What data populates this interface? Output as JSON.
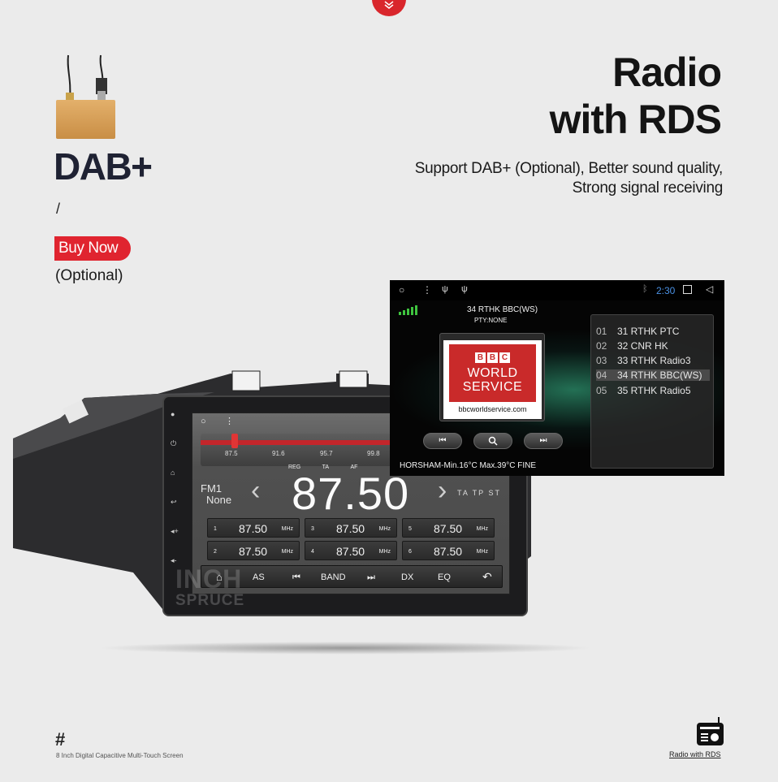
{
  "header": {
    "title_line1": "Radio",
    "title_line2": "with RDS",
    "subtitle_line1": "Support DAB+ (Optional), Better sound quality,",
    "subtitle_line2": "Strong signal receiving"
  },
  "dab": {
    "title": "DAB+",
    "separator": "/",
    "buy_label": "Buy Now",
    "optional_label": "(Optional)"
  },
  "head_unit": {
    "dial_ticks": [
      "87.5",
      "91.6",
      "95.7",
      "99.8"
    ],
    "dial_tags": [
      "REG",
      "TA",
      "AF"
    ],
    "band": "FM1",
    "station_name": "None",
    "frequency": "87.50",
    "flags": "TA TP ST",
    "presets": [
      {
        "num": "1",
        "value": "87.50",
        "unit": "MHz"
      },
      {
        "num": "3",
        "value": "87.50",
        "unit": "MHz"
      },
      {
        "num": "5",
        "value": "87.50",
        "unit": "MHz"
      },
      {
        "num": "2",
        "value": "87.50",
        "unit": "MHz"
      },
      {
        "num": "4",
        "value": "87.50",
        "unit": "MHz"
      },
      {
        "num": "6",
        "value": "87.50",
        "unit": "MHz"
      }
    ],
    "controls": {
      "as": "AS",
      "band": "BAND",
      "dx": "DX",
      "eq": "EQ"
    },
    "watermark1": "INCH",
    "watermark2": "SPRUCE"
  },
  "rds_panel": {
    "clock": "2:30",
    "station_head": "34 RTHK BBC(WS)",
    "pty": "PTY:NONE",
    "logo": {
      "blocks": [
        "B",
        "B",
        "C"
      ],
      "line1": "WORLD",
      "line2": "SERVICE",
      "url": "bbcworldservice.com"
    },
    "weather": "HORSHAM-Min.16°C Max.39°C FINE",
    "stations": [
      {
        "num": "01",
        "name": "31 RTHK PTC"
      },
      {
        "num": "02",
        "name": "32 CNR HK"
      },
      {
        "num": "03",
        "name": "33 RTHK Radio3"
      },
      {
        "num": "04",
        "name": "34 RTHK BBC(WS)"
      },
      {
        "num": "05",
        "name": "35 RTHK Radio5"
      }
    ],
    "accent": "#4a90e2"
  },
  "footer": {
    "hash": "#",
    "caption": "8 Inch Digital Capacitive Multi-Touch Screen",
    "right_label": "Radio with RDS"
  }
}
